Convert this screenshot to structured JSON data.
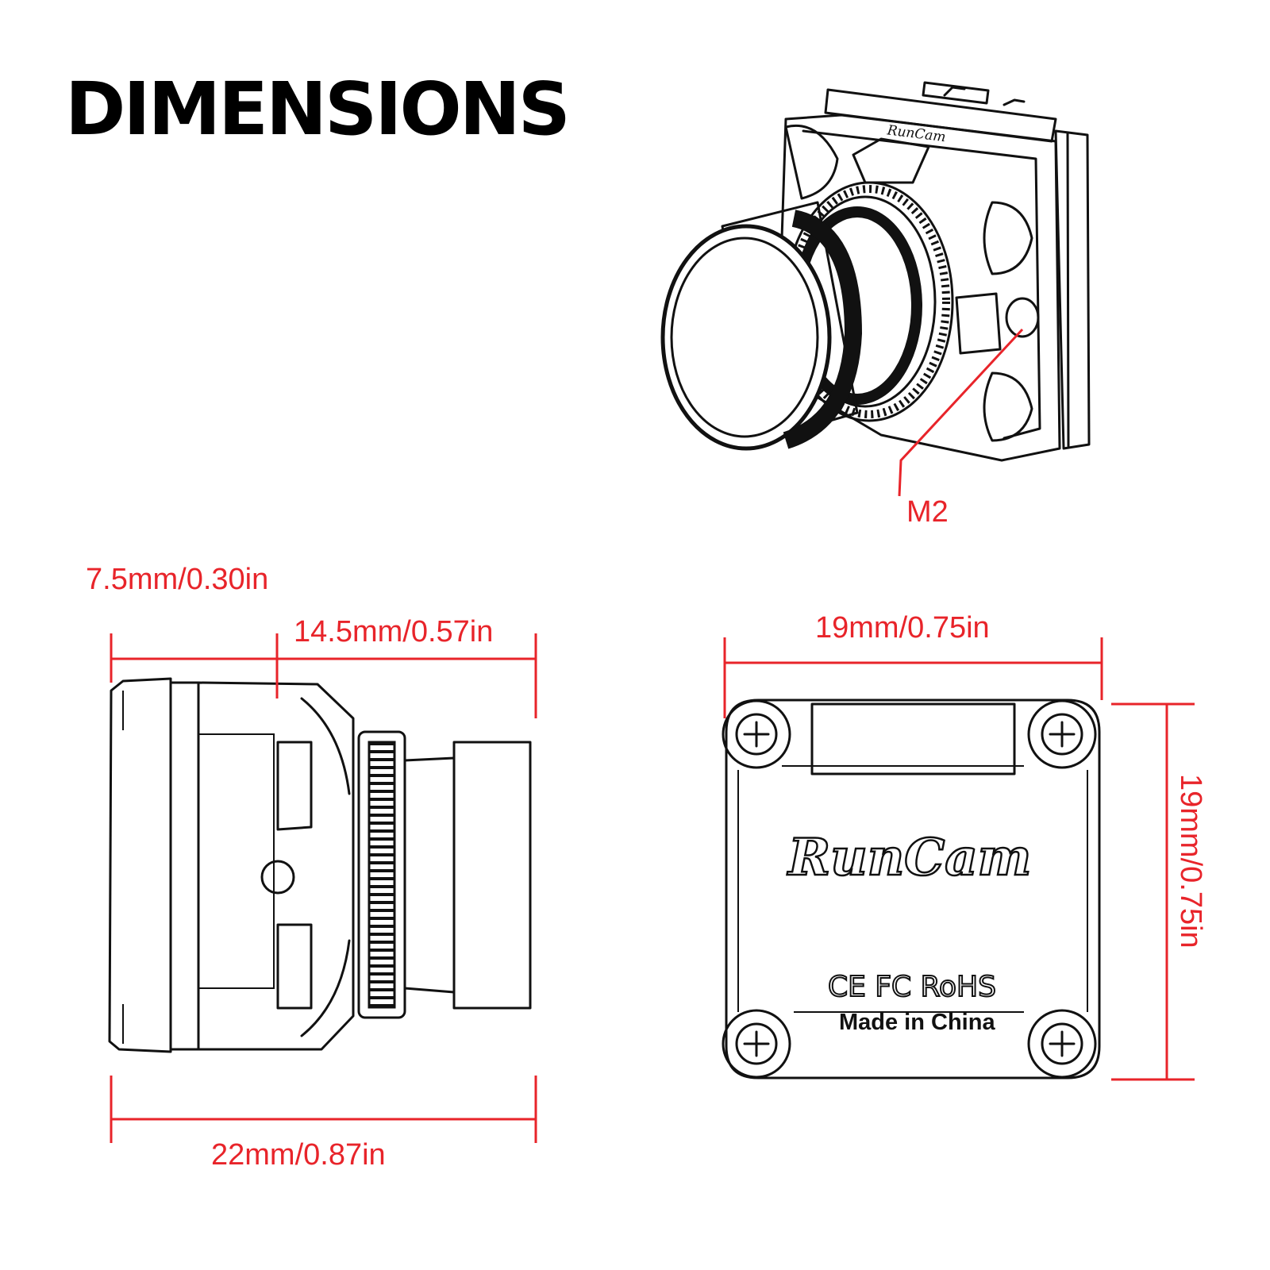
{
  "title": "DIMENSIONS",
  "colors": {
    "dimension": "#e8242a",
    "outline": "#111111",
    "background": "#ffffff"
  },
  "isometric_view": {
    "callout_label": "M2",
    "logo": "RunCam"
  },
  "side_view": {
    "dim_front_segment": "7.5mm/0.30in",
    "dim_lens_segment": "14.5mm/0.57in",
    "dim_total_length": "22mm/0.87in"
  },
  "back_view": {
    "dim_width": "19mm/0.75in",
    "dim_height": "19mm/0.75in",
    "brand_logo": "RunCam",
    "cert_marks": "CE FC RoHS",
    "origin_text": "Made in China"
  }
}
